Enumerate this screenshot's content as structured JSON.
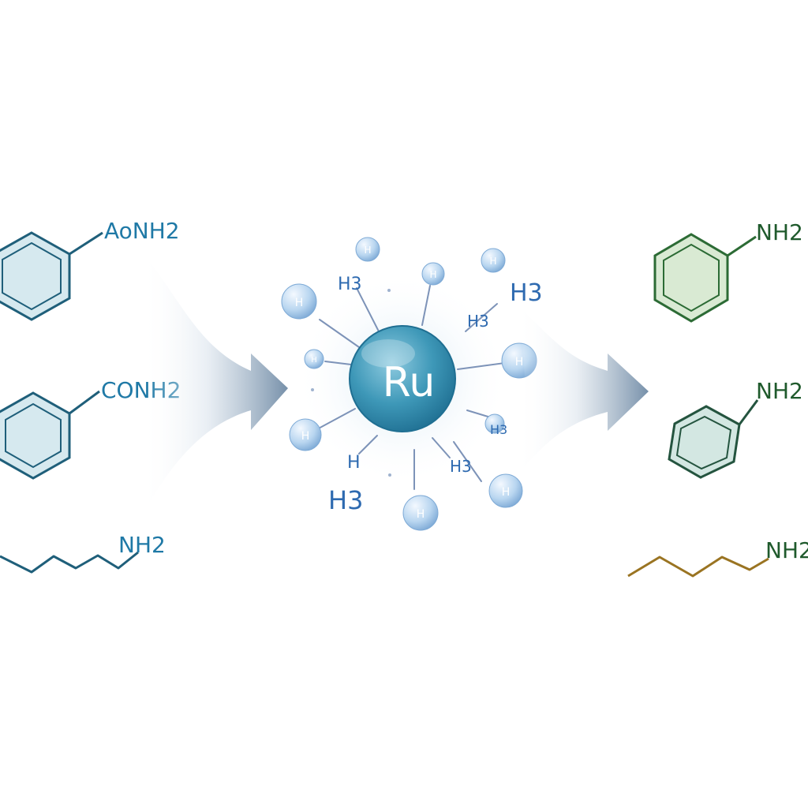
{
  "reactants": [
    {
      "label": "AoNH2"
    },
    {
      "label": "CONH2"
    },
    {
      "label": "NH2"
    }
  ],
  "catalyst": {
    "label": "Ru",
    "bubble_label": "H",
    "h3_label": "H3",
    "h_label": "H"
  },
  "products": [
    {
      "label": "NH2"
    },
    {
      "label": "NH2"
    },
    {
      "label": "NH2"
    }
  ],
  "colors": {
    "reactant_stroke": "#1f5f7a",
    "reactant_fill": "#d6e9ef",
    "reactant_text": "#1f79a6",
    "product_ring1_stroke": "#2c6b35",
    "product_ring1_fill": "#d9ead3",
    "product_ring2_stroke": "#24543f",
    "product_ring2_fill": "#d3e7e2",
    "product_chain_stroke": "#9a7422",
    "product_text": "#1f5a2c",
    "catalyst_fill": "#3b93b4",
    "catalyst_text": "#ffffff",
    "bubble_fill": "#b9d6f0",
    "h_text": "#2e6ab0",
    "arrow": "#5a7390"
  }
}
